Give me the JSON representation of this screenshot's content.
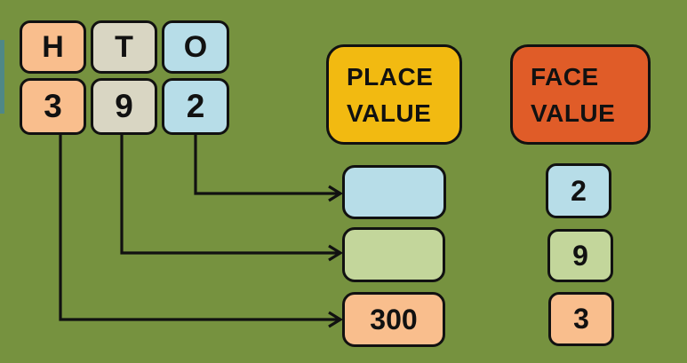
{
  "colors": {
    "background": "#76923F",
    "accent_strip": "#4F8887",
    "peach": "#F9BE8D",
    "tan": "#D9D6C3",
    "light_blue": "#B7DDE8",
    "light_green": "#C3D69B",
    "gold": "#F2BA11",
    "orange_red": "#E05C28",
    "line": "#111111"
  },
  "number": "392",
  "place_columns": {
    "headers": [
      {
        "label": "H",
        "color": "#F9BE8D"
      },
      {
        "label": "T",
        "color": "#D9D6C3"
      },
      {
        "label": "O",
        "color": "#B7DDE8"
      }
    ],
    "digits": [
      {
        "label": "3",
        "color": "#F9BE8D"
      },
      {
        "label": "9",
        "color": "#D9D6C3"
      },
      {
        "label": "2",
        "color": "#B7DDE8"
      }
    ]
  },
  "titles": {
    "place_value": {
      "line1": "PLACE",
      "line2": "VALUE",
      "color": "#F2BA11"
    },
    "face_value": {
      "line1": "FACE",
      "line2": "VALUE",
      "color": "#E05C28"
    }
  },
  "place_value_boxes": [
    {
      "value": "",
      "color": "#B7DDE8"
    },
    {
      "value": "",
      "color": "#C3D69B"
    },
    {
      "value": "300",
      "color": "#F9BE8D"
    }
  ],
  "face_value_boxes": [
    {
      "value": "2",
      "color": "#B7DDE8"
    },
    {
      "value": "9",
      "color": "#C3D69B"
    },
    {
      "value": "3",
      "color": "#F9BE8D"
    }
  ]
}
